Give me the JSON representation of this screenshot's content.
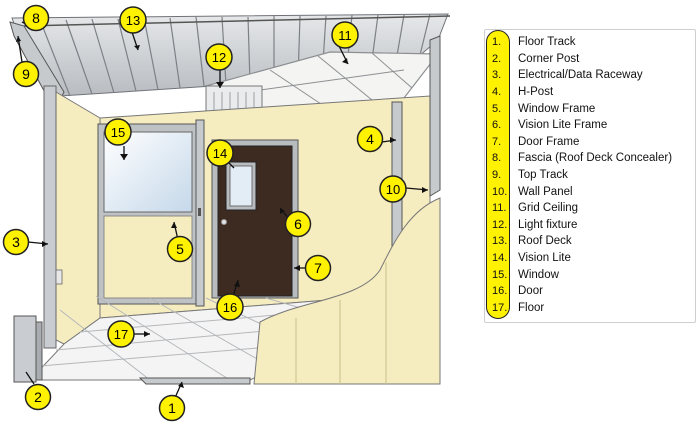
{
  "legend": [
    {
      "number": "1.",
      "label": "Floor Track"
    },
    {
      "number": "2.",
      "label": "Corner Post"
    },
    {
      "number": "3.",
      "label": "Electrical/Data Raceway"
    },
    {
      "number": "4.",
      "label": "H-Post"
    },
    {
      "number": "5.",
      "label": "Window Frame"
    },
    {
      "number": "6.",
      "label": "Vision Lite Frame"
    },
    {
      "number": "7.",
      "label": "Door Frame"
    },
    {
      "number": "8.",
      "label": "Fascia (Roof Deck Concealer)"
    },
    {
      "number": "9.",
      "label": "Top Track"
    },
    {
      "number": "10.",
      "label": "Wall Panel"
    },
    {
      "number": "11.",
      "label": "Grid Ceiling"
    },
    {
      "number": "12.",
      "label": "Light fixture"
    },
    {
      "number": "13.",
      "label": "Roof Deck"
    },
    {
      "number": "14.",
      "label": "Vision Lite"
    },
    {
      "number": "15.",
      "label": "Window"
    },
    {
      "number": "16.",
      "label": "Door"
    },
    {
      "number": "17.",
      "label": "Floor"
    }
  ],
  "callouts": [
    "1",
    "2",
    "3",
    "4",
    "5",
    "6",
    "7",
    "8",
    "9",
    "10",
    "11",
    "12",
    "13",
    "14",
    "15",
    "16",
    "17"
  ],
  "colors": {
    "callout_fill": "#fff200",
    "wall_panel": "#f7efc4",
    "door": "#3d2b21",
    "window": "#d6e6f2",
    "roof_deck": "#c9ccd0",
    "frame_metal": "#b9bcbf"
  }
}
